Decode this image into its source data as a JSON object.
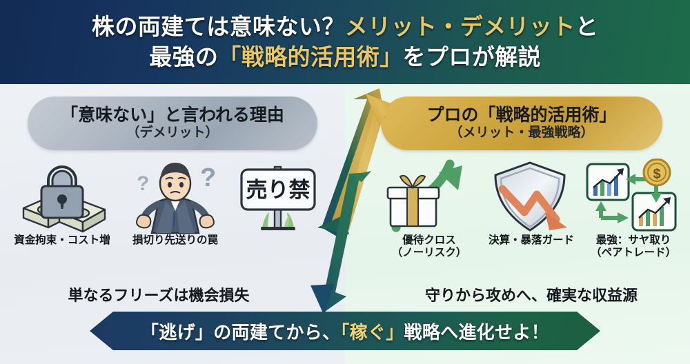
{
  "header": {
    "line1": [
      {
        "text": "株の両建ては意味ない？",
        "style": "white"
      },
      {
        "text": "メリット・デメリット",
        "style": "gold"
      },
      {
        "text": "と",
        "style": "white"
      }
    ],
    "line2": [
      {
        "text": "最強の",
        "style": "white"
      },
      {
        "text": "「戦略的活用術」",
        "style": "gold"
      },
      {
        "text": "をプロが解説",
        "style": "white"
      }
    ],
    "line1_plain": "株の両建ては意味ない？メリット・デメリットと",
    "line2_plain": "最強の「戦略的活用術」をプロが解説",
    "gradient_from": "#122b55",
    "gradient_to": "#1d6b4a",
    "accent_color": "#e8c766"
  },
  "left_panel": {
    "background": "#eceff3",
    "pill": {
      "title": "「意味ない」と言われる理由",
      "subtitle": "（デメリット）",
      "fill_from": "#c6ccd3",
      "fill_to": "#9aa6b4"
    },
    "items": [
      {
        "icon": "padlock-money-icon",
        "label": "資金拘束・コスト増",
        "label2": ""
      },
      {
        "icon": "confused-businessman-icon",
        "label": "損切り先送りの罠",
        "label2": ""
      },
      {
        "icon": "sell-ban-sign-icon",
        "sign_text": "売り禁",
        "label": "",
        "label2": ""
      }
    ],
    "summary": "単なるフリーズは機会損失"
  },
  "right_panel": {
    "background": "#eaf7ee",
    "pill": {
      "title": "プロの「戦略的活用術」",
      "subtitle": "（メリット・最強戦略）",
      "fill_from": "#e0b95a",
      "fill_to": "#c79c34"
    },
    "items": [
      {
        "icon": "gift-up-arrow-icon",
        "label": "優待クロス",
        "label2": "（ノーリスク）"
      },
      {
        "icon": "shield-down-arrow-icon",
        "label": "決算・暴落ガード",
        "label2": ""
      },
      {
        "icon": "pair-trade-charts-coin-icon",
        "label": "最強：サヤ取り",
        "label2": "（ペアトレード）"
      }
    ],
    "summary": "守りから攻めへ、確実な収益源"
  },
  "center": {
    "up_arrow": "up-right-arrow",
    "down_arrow": "down-left-arrow",
    "up_colors": [
      "#1d5f50",
      "#d7a83f"
    ],
    "down_colors": [
      "#1b4a6b",
      "#2f7a57"
    ]
  },
  "banner": {
    "parts": [
      {
        "text": "「逃げ」の両建てから、",
        "style": "white"
      },
      {
        "text": "「稼ぐ」",
        "style": "gold"
      },
      {
        "text": "戦略へ進化せよ！",
        "style": "white"
      }
    ],
    "plain": "「逃げ」の両建てから、「稼ぐ」戦略へ進化せよ！",
    "gradient_from": "#1b3a63",
    "gradient_to": "#1c5f3f",
    "accent_color": "#f0d47a"
  }
}
